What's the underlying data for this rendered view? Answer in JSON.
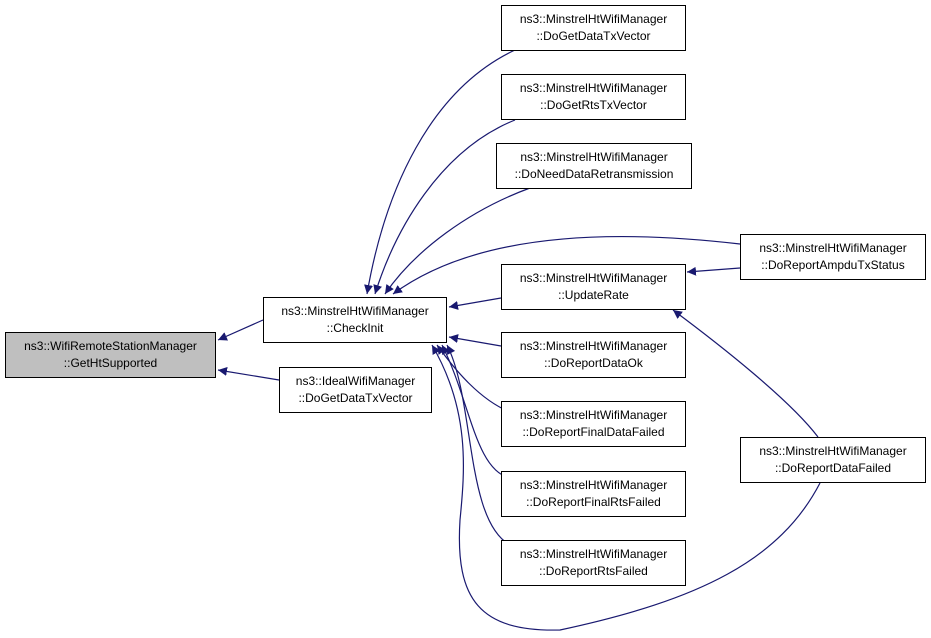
{
  "colors": {
    "edge": "#191970",
    "node_border": "#000000",
    "node_fill": "#ffffff",
    "root_fill": "#bfbfbf"
  },
  "nodes": {
    "root": {
      "line1": "ns3::WifiRemoteStationManager",
      "line2": "::GetHtSupported"
    },
    "check_init": {
      "line1": "ns3::MinstrelHtWifiManager",
      "line2": "::CheckInit"
    },
    "ideal_get_data": {
      "line1": "ns3::IdealWifiManager",
      "line2": "::DoGetDataTxVector"
    },
    "get_data": {
      "line1": "ns3::MinstrelHtWifiManager",
      "line2": "::DoGetDataTxVector"
    },
    "get_rts": {
      "line1": "ns3::MinstrelHtWifiManager",
      "line2": "::DoGetRtsTxVector"
    },
    "need_retx": {
      "line1": "ns3::MinstrelHtWifiManager",
      "line2": "::DoNeedDataRetransmission"
    },
    "update_rate": {
      "line1": "ns3::MinstrelHtWifiManager",
      "line2": "::UpdateRate"
    },
    "report_ampdu": {
      "line1": "ns3::MinstrelHtWifiManager",
      "line2": "::DoReportAmpduTxStatus"
    },
    "report_ok": {
      "line1": "ns3::MinstrelHtWifiManager",
      "line2": "::DoReportDataOk"
    },
    "final_data": {
      "line1": "ns3::MinstrelHtWifiManager",
      "line2": "::DoReportFinalDataFailed"
    },
    "final_rts": {
      "line1": "ns3::MinstrelHtWifiManager",
      "line2": "::DoReportFinalRtsFailed"
    },
    "rts_failed": {
      "line1": "ns3::MinstrelHtWifiManager",
      "line2": "::DoReportRtsFailed"
    },
    "data_failed": {
      "line1": "ns3::MinstrelHtWifiManager",
      "line2": "::DoReportDataFailed"
    }
  },
  "edges": [
    {
      "from": "check_init",
      "to": "root"
    },
    {
      "from": "ideal_get_data",
      "to": "root"
    },
    {
      "from": "get_data",
      "to": "check_init"
    },
    {
      "from": "get_rts",
      "to": "check_init"
    },
    {
      "from": "need_retx",
      "to": "check_init"
    },
    {
      "from": "report_ampdu",
      "to": "check_init"
    },
    {
      "from": "update_rate",
      "to": "check_init"
    },
    {
      "from": "report_ok",
      "to": "check_init"
    },
    {
      "from": "final_data",
      "to": "check_init"
    },
    {
      "from": "final_rts",
      "to": "check_init"
    },
    {
      "from": "rts_failed",
      "to": "check_init"
    },
    {
      "from": "data_failed",
      "to": "check_init"
    },
    {
      "from": "report_ampdu",
      "to": "update_rate"
    },
    {
      "from": "data_failed",
      "to": "update_rate"
    }
  ]
}
